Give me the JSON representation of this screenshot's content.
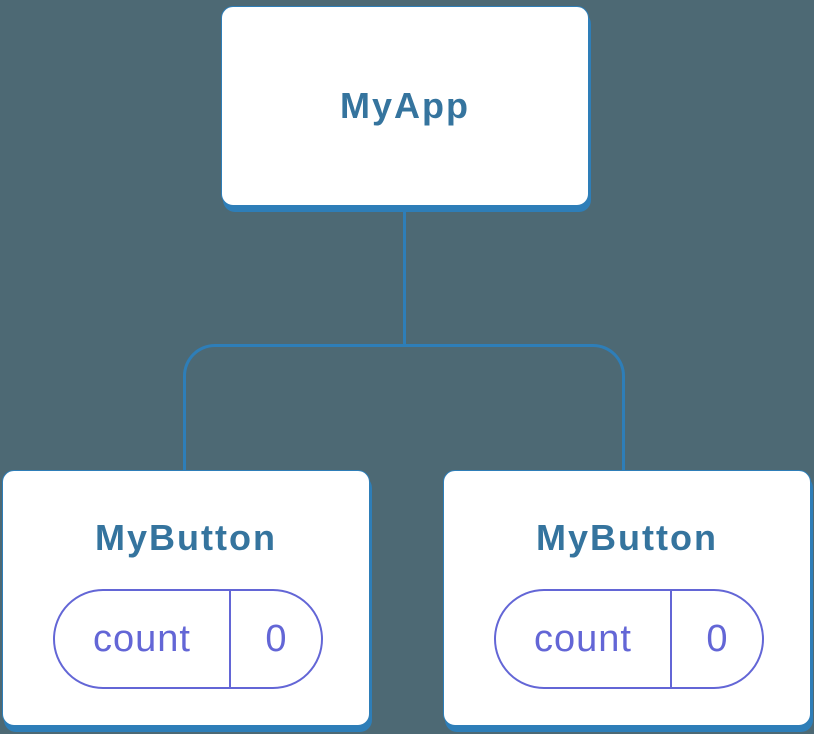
{
  "diagram": {
    "root": {
      "label": "MyApp"
    },
    "children": [
      {
        "label": "MyButton",
        "state": {
          "key": "count",
          "value": "0"
        }
      },
      {
        "label": "MyButton",
        "state": {
          "key": "count",
          "value": "0"
        }
      }
    ],
    "colors": {
      "background": "#4D6974",
      "connector": "#2E7EB8",
      "card_background": "#FFFFFF",
      "card_border": "#2E7EB8",
      "node_label_text": "#35749E",
      "state_accent": "#6366D6"
    }
  }
}
